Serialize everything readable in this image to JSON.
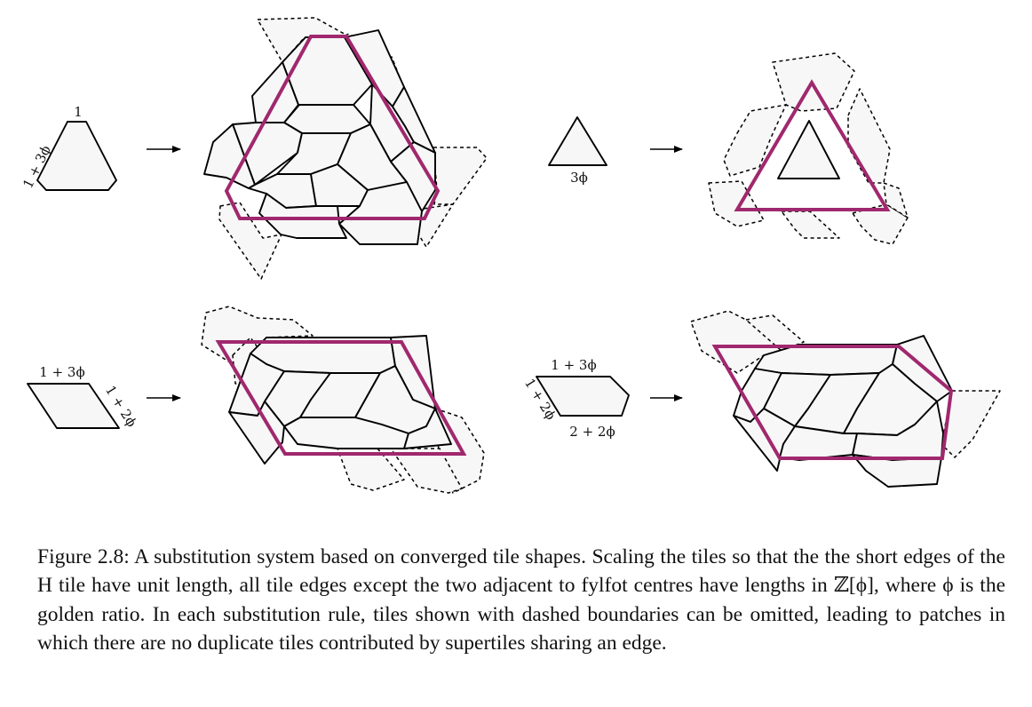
{
  "figure": {
    "rules": [
      {
        "id": "hexagon-rule",
        "labels": {
          "short_edge": "1",
          "long_edge": "1 + 3ϕ"
        }
      },
      {
        "id": "triangle-rule",
        "labels": {
          "edge": "3ϕ"
        }
      },
      {
        "id": "rhombus-rule",
        "labels": {
          "top_edge": "1 + 3ϕ",
          "side_edge": "1 + 2ϕ"
        }
      },
      {
        "id": "pentagon-rule",
        "labels": {
          "top_edge": "1 + 3ϕ",
          "side_edge": "1 + 2ϕ",
          "bottom_edge": "2 + 2ϕ"
        }
      }
    ],
    "colors": {
      "supertile_outline": "#a0286e",
      "tile_fill": "#f7f7f7",
      "tile_stroke": "#000000"
    }
  },
  "caption": {
    "label": "Figure 2.8:",
    "text": "A substitution system based on converged tile shapes. Scaling the tiles so that the the short edges of the H tile have unit length, all tile edges except the two adjacent to fylfot centres have lengths in ℤ[ϕ], where ϕ is the golden ratio. In each substitution rule, tiles shown with dashed boundaries can be omitted, leading to patches in which there are no duplicate tiles contributed by supertiles sharing an edge."
  }
}
